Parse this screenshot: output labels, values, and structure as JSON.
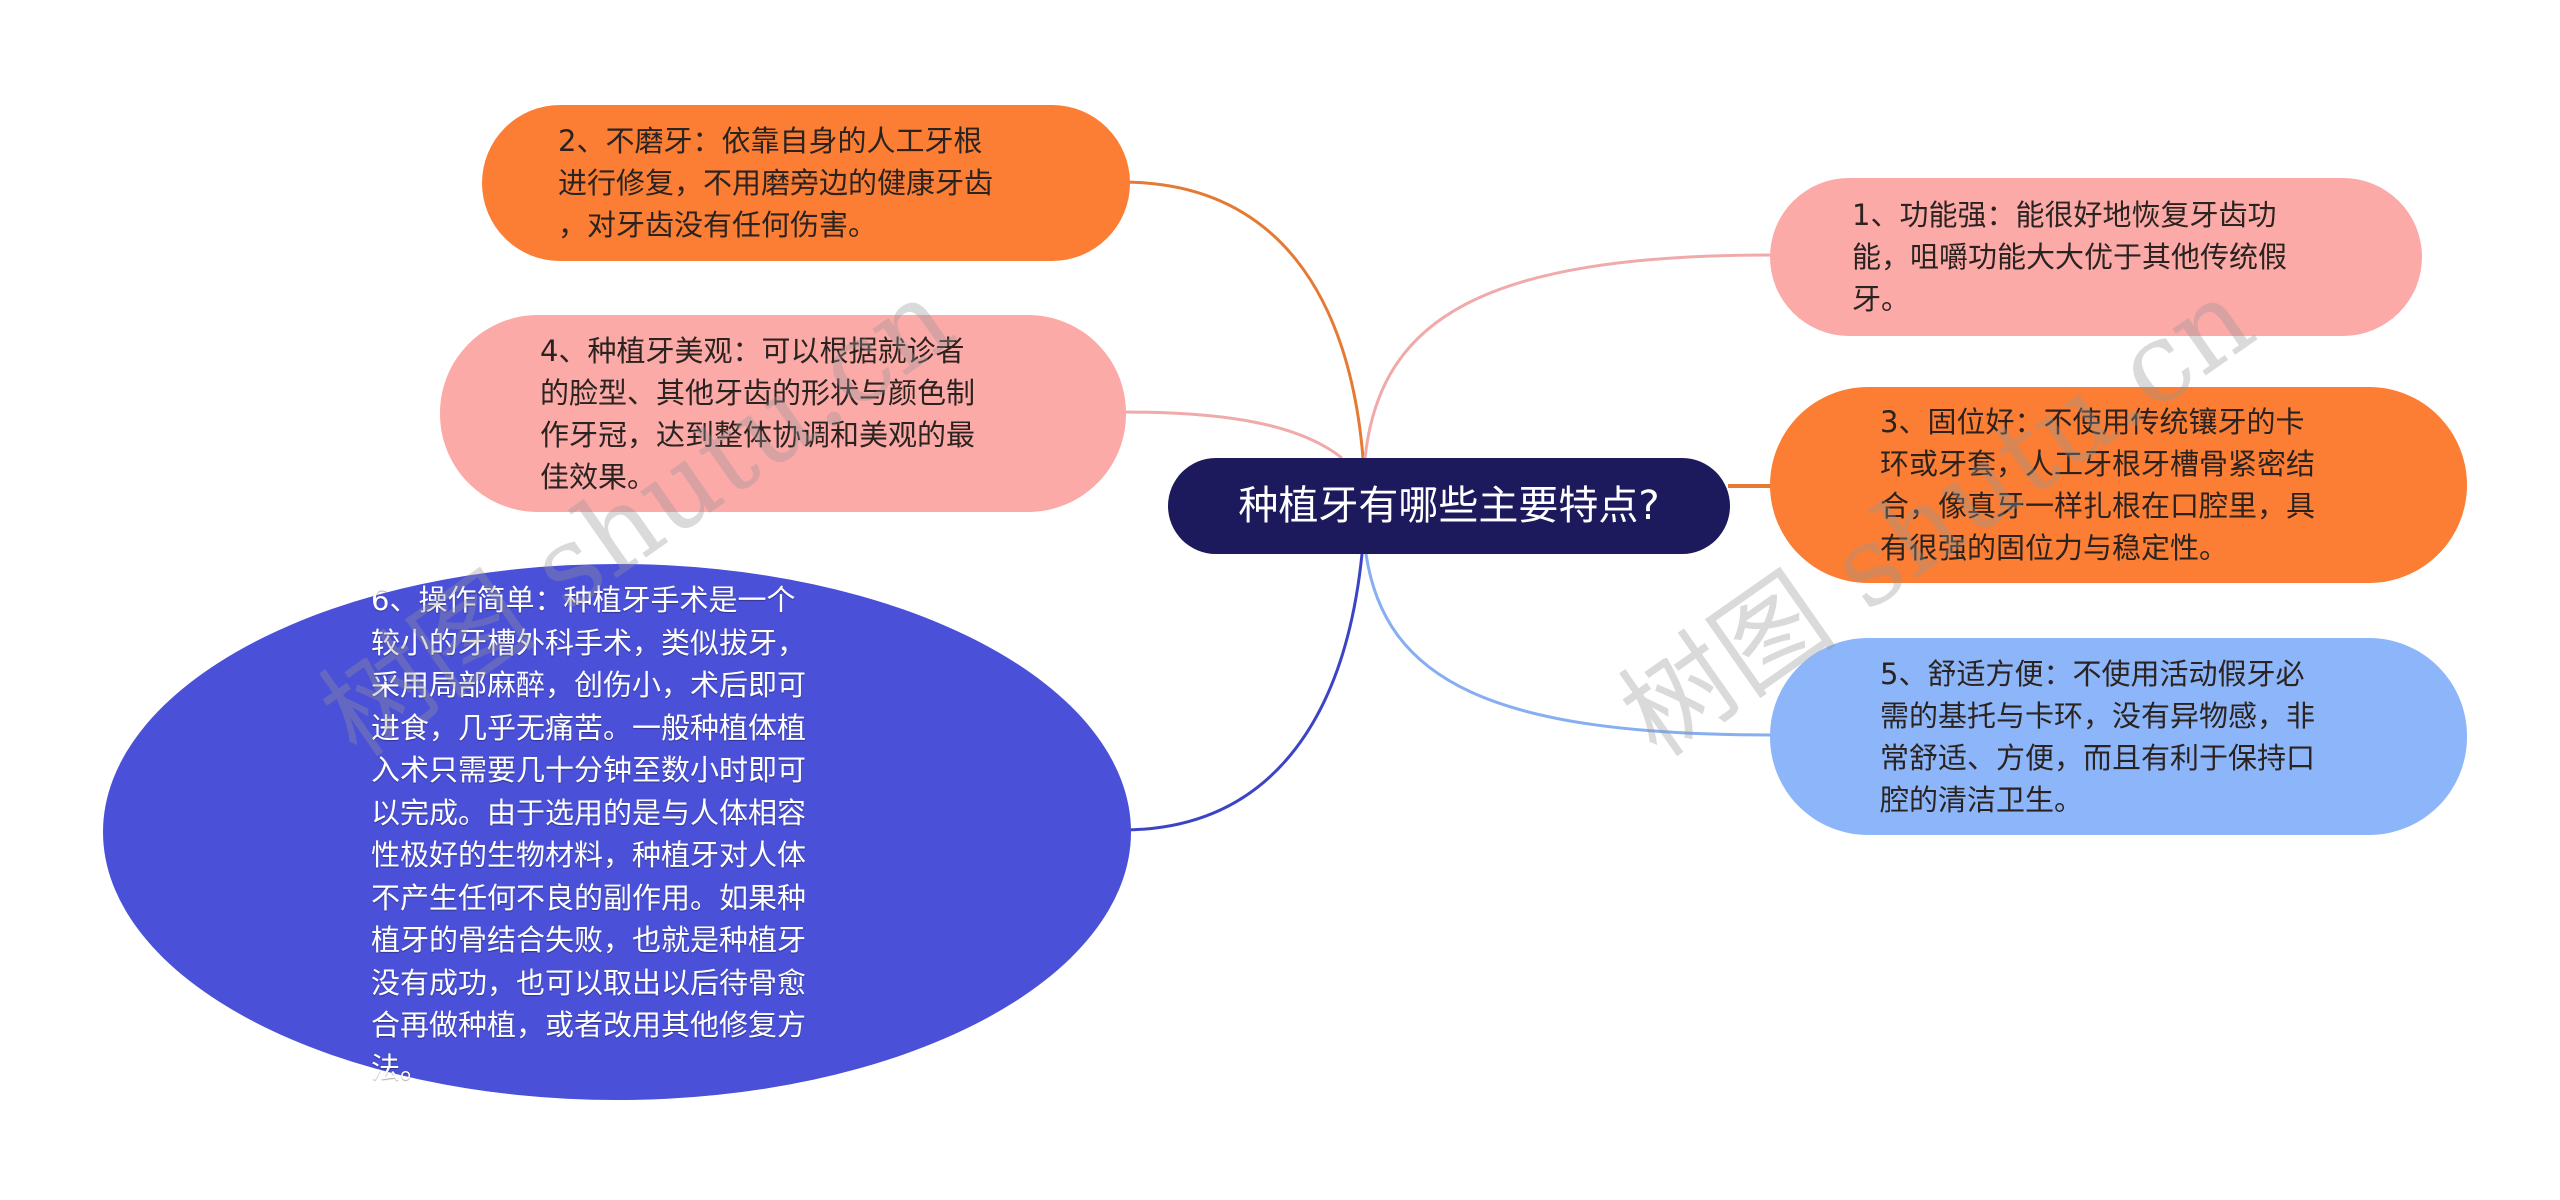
{
  "colors": {
    "root_bg": "#1c1a5c",
    "orange": "#fb7e34",
    "orange_line": "#e57a34",
    "pink": "#fbaaa8",
    "pink_line": "#f0aaaa",
    "blue": "#4a50d8",
    "blue_line": "#3c44c4",
    "light_blue": "#8db6fa",
    "light_blue_line": "#86aef0",
    "dark_text": "#2b2320",
    "light_text": "#ffffff"
  },
  "root": {
    "title": "种植牙有哪些主要特点?"
  },
  "nodes": [
    {
      "id": "node-1",
      "side": "right",
      "label": "1、功能强：能很好地恢复牙齿功\n能，咀嚼功能大大优于其他传统假\n牙。"
    },
    {
      "id": "node-2",
      "side": "left",
      "label": "2、不磨牙：依靠自身的人工牙根\n进行修复，不用磨旁边的健康牙齿\n，对牙齿没有任何伤害。"
    },
    {
      "id": "node-3",
      "side": "right",
      "label": "3、固位好：不使用传统镶牙的卡\n环或牙套，人工牙根牙槽骨紧密结\n合，像真牙一样扎根在口腔里，具\n有很强的固位力与稳定性。"
    },
    {
      "id": "node-4",
      "side": "left",
      "label": "4、种植牙美观：可以根据就诊者\n的脸型、其他牙齿的形状与颜色制\n作牙冠，达到整体协调和美观的最\n佳效果。"
    },
    {
      "id": "node-5",
      "side": "right",
      "label": "5、舒适方便：不使用活动假牙必\n需的基托与卡环，没有异物感，非\n常舒适、方便，而且有利于保持口\n腔的清洁卫生。"
    },
    {
      "id": "node-6",
      "side": "left",
      "label": "6、操作简单：种植牙手术是一个\n较小的牙槽外科手术，类似拔牙，\n采用局部麻醉，创伤小，术后即可\n进食，几乎无痛苦。一般种植体植\n入术只需要几十分钟至数小时即可\n以完成。由于选用的是与人体相容\n性极好的生物材料，种植牙对人体\n不产生任何不良的副作用。如果种\n植牙的骨结合失败，也就是种植牙\n没有成功，也可以取出以后待骨愈\n合再做种植，或者改用其他修复方\n法。"
    }
  ],
  "watermark": {
    "text_left": "树图 shutu.cn",
    "text_right": "树图 shutu.cn"
  }
}
